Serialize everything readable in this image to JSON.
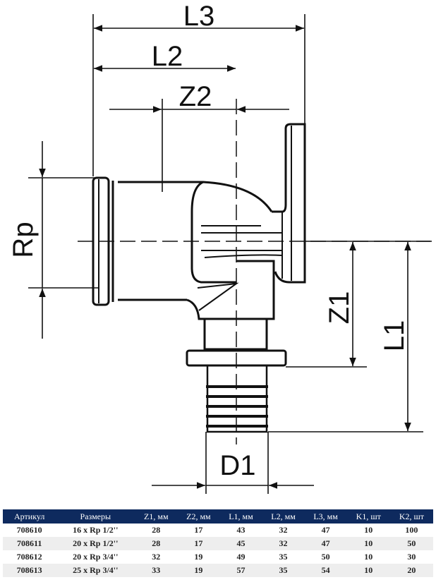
{
  "dimensions": {
    "L3": "L3",
    "L2": "L2",
    "Z2": "Z2",
    "Rp": "Rp",
    "Z1": "Z1",
    "L1": "L1",
    "D1": "D1"
  },
  "table": {
    "headers": [
      "Артикул",
      "Размеры",
      "Z1, мм",
      "Z2, мм",
      "L1, мм",
      "L2, мм",
      "L3, мм",
      "K1, шт",
      "K2, шт"
    ],
    "rows": [
      [
        "708610",
        "16 x Rp 1/2''",
        "28",
        "17",
        "43",
        "32",
        "47",
        "10",
        "100"
      ],
      [
        "708611",
        "20 x Rp 1/2''",
        "28",
        "17",
        "45",
        "32",
        "47",
        "10",
        "50"
      ],
      [
        "708612",
        "20 x Rp 3/4''",
        "32",
        "19",
        "49",
        "35",
        "50",
        "10",
        "30"
      ],
      [
        "708613",
        "25 x Rp 3/4''",
        "33",
        "19",
        "57",
        "35",
        "54",
        "10",
        "20"
      ]
    ]
  },
  "colors": {
    "header_bg": "#0e2a5e",
    "line": "#111111"
  }
}
